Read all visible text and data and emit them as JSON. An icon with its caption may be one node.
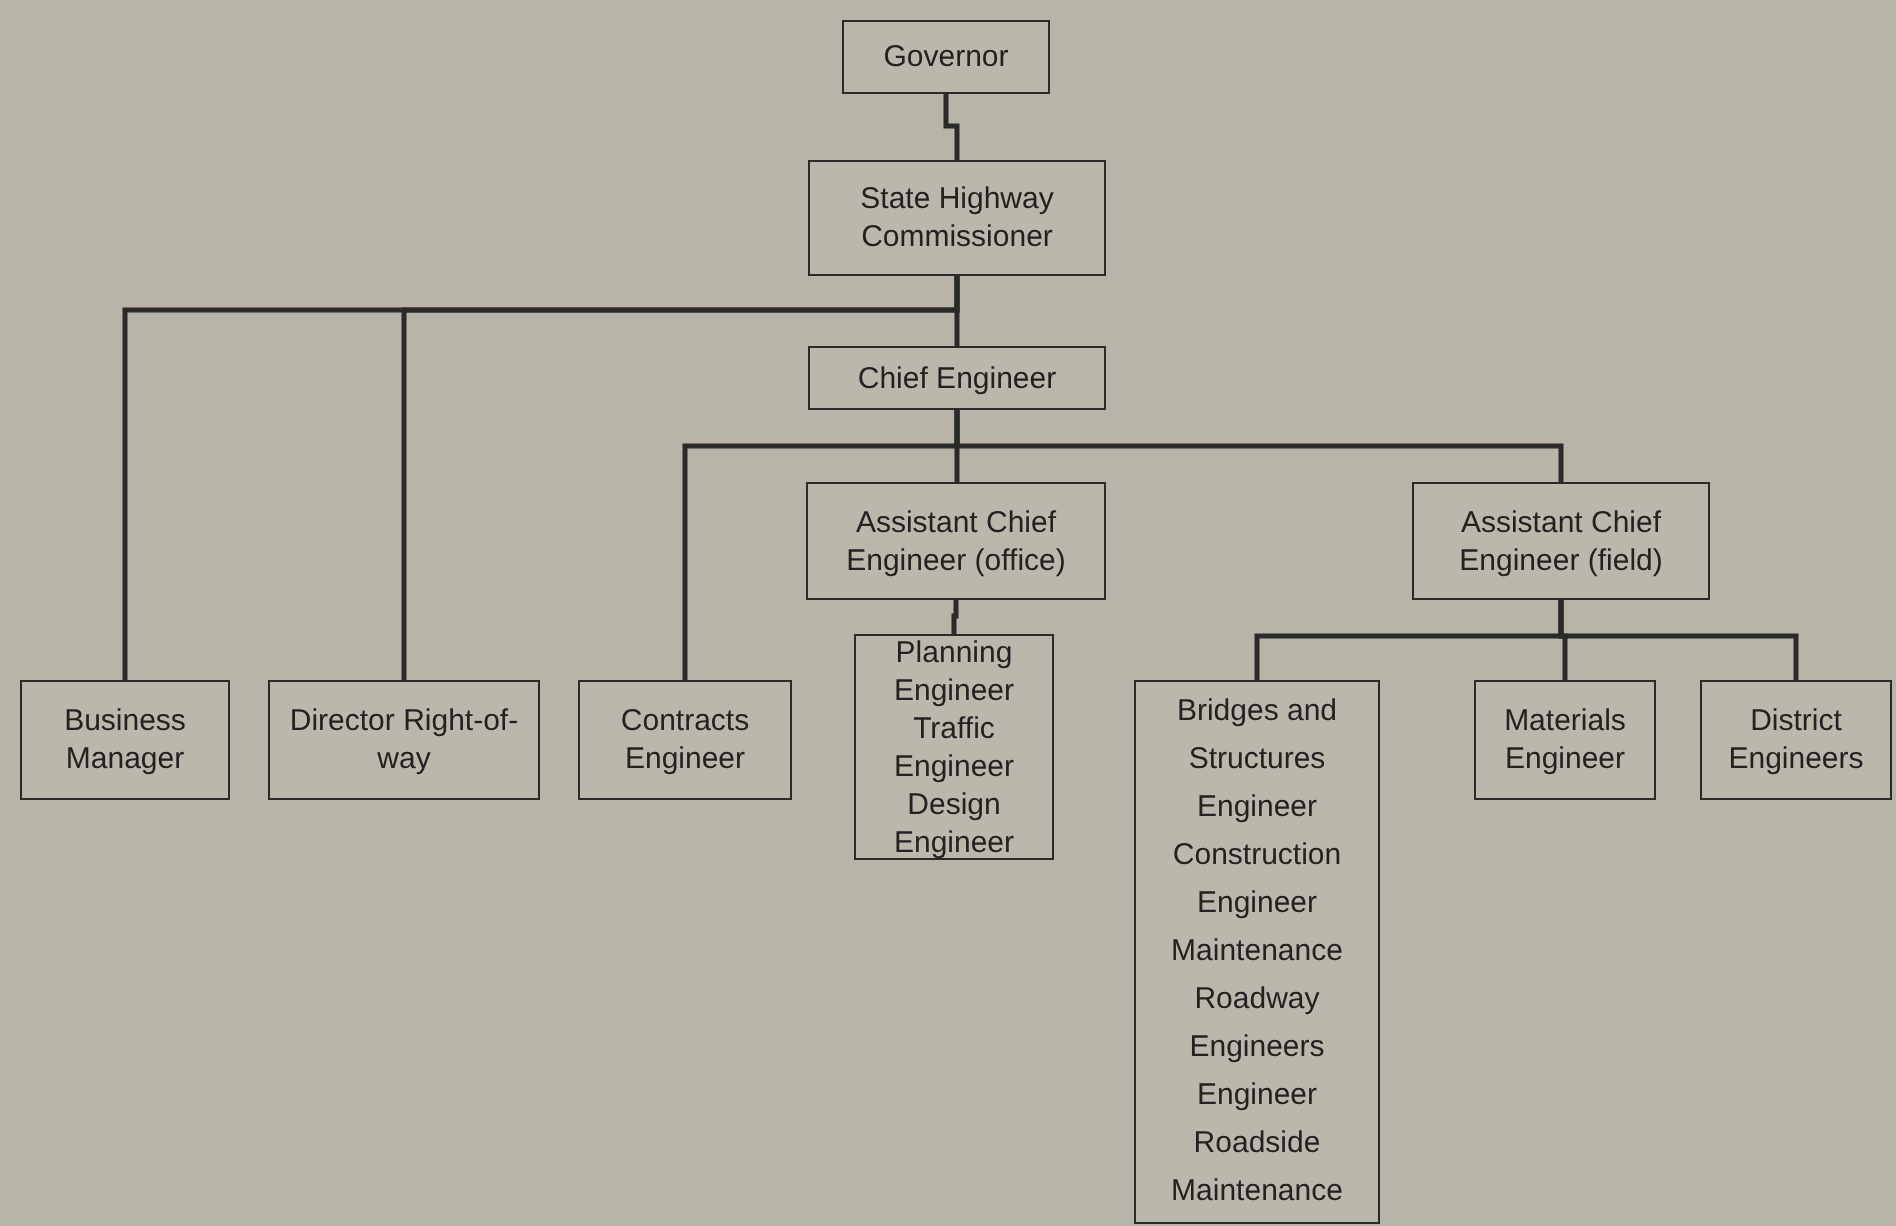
{
  "diagram": {
    "nodes": [
      {
        "text": [
          "Governor"
        ]
      },
      {
        "text": [
          "State Highway Commissioner"
        ]
      },
      {
        "text": [
          "Chief Engineer"
        ]
      },
      {
        "text": [
          "Business Manager"
        ]
      },
      {
        "text": [
          "Director Right-of-way"
        ]
      },
      {
        "text": [
          "Contracts Engineer"
        ]
      },
      {
        "text": [
          "Assistant Chief Engineer (office)"
        ]
      },
      {
        "text": [
          "Planning Engineer",
          "Traffic Engineer",
          "Design Engineer"
        ]
      },
      {
        "text": [
          "Bridges and Structures Engineer",
          "Construction Engineer",
          "Maintenance Roadway Engineers",
          "Engineer Roadside Maintenance"
        ]
      },
      {
        "text": [
          "Assistant Chief Engineer (field)"
        ]
      },
      {
        "text": [
          "Materials Engineer"
        ]
      },
      {
        "text": [
          "District Engineers"
        ]
      }
    ],
    "edges": [
      {
        "from": 0,
        "to": 1,
        "arrow": "none"
      },
      {
        "from": 1,
        "to": 2,
        "arrow": "none"
      },
      {
        "from": 1,
        "to": 3,
        "arrow": "none"
      },
      {
        "from": 1,
        "to": 4,
        "arrow": "none"
      },
      {
        "from": 2,
        "to": 5,
        "arrow": "none"
      },
      {
        "from": 2,
        "to": 6,
        "arrow": "none"
      },
      {
        "from": 2,
        "to": 9,
        "arrow": "none"
      },
      {
        "from": 6,
        "to": 7,
        "arrow": "none"
      },
      {
        "from": 9,
        "to": 8,
        "arrow": "none"
      },
      {
        "from": 9,
        "to": 10,
        "arrow": "none"
      },
      {
        "from": 9,
        "to": 11,
        "arrow": "none"
      }
    ]
  }
}
